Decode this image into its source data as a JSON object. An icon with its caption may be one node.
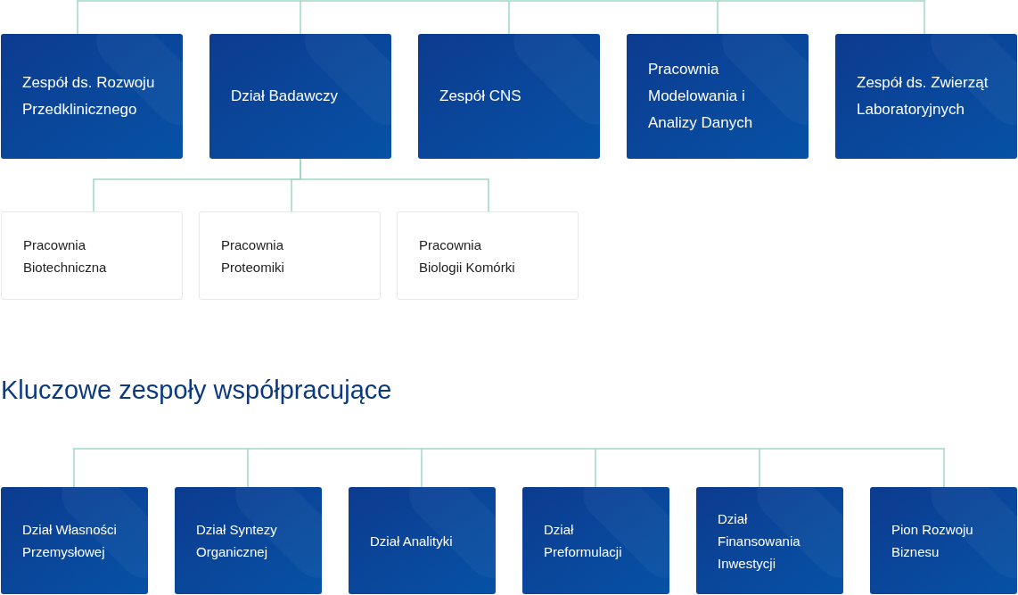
{
  "diagram": {
    "nodes": [
      {
        "text": [
          "Zespół ds. Rozwoju Przedklinicznego"
        ]
      },
      {
        "text": [
          "Dział Badawczy"
        ]
      },
      {
        "text": [
          "Zespół CNS"
        ]
      },
      {
        "text": [
          "Pracownia Modelowania i Analizy Danych"
        ]
      },
      {
        "text": [
          "Zespół ds. Zwierząt Laboratoryjnych"
        ]
      },
      {
        "text": [
          "Pracownia Biotechniczna"
        ]
      },
      {
        "text": [
          "Pracownia Proteomiki"
        ]
      },
      {
        "text": [
          "Pracownia Biologii Komórki"
        ]
      },
      {
        "text": [
          "Dział Własności Przemysłowej"
        ]
      },
      {
        "text": [
          "Dział Syntezy Organicznej"
        ]
      },
      {
        "text": [
          "Dział Analityki"
        ]
      },
      {
        "text": [
          "Dział Preformulacji"
        ]
      },
      {
        "text": [
          "Dział Finansowania Inwestycji"
        ]
      },
      {
        "text": [
          "Pion Rozwoju Biznesu"
        ]
      }
    ],
    "edges": [
      {
        "from": null,
        "to": 0,
        "arrow": "none"
      },
      {
        "from": null,
        "to": 1,
        "arrow": "none"
      },
      {
        "from": null,
        "to": 2,
        "arrow": "none"
      },
      {
        "from": null,
        "to": 3,
        "arrow": "none"
      },
      {
        "from": null,
        "to": 4,
        "arrow": "none"
      },
      {
        "from": 1,
        "to": 5,
        "arrow": "none"
      },
      {
        "from": 1,
        "to": 6,
        "arrow": "none"
      },
      {
        "from": 1,
        "to": 7,
        "arrow": "none"
      },
      {
        "from": null,
        "to": 8,
        "arrow": "none"
      },
      {
        "from": null,
        "to": 9,
        "arrow": "none"
      },
      {
        "from": null,
        "to": 10,
        "arrow": "none"
      },
      {
        "from": null,
        "to": 11,
        "arrow": "none"
      },
      {
        "from": null,
        "to": 12,
        "arrow": "none"
      },
      {
        "from": null,
        "to": 13,
        "arrow": "none"
      }
    ],
    "labels": [
      "Kluczowe zespoły współpracujące"
    ]
  }
}
